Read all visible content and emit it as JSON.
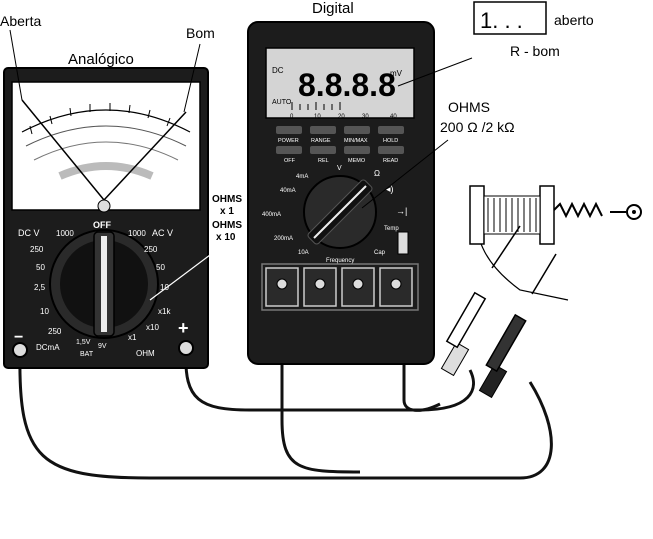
{
  "labels": {
    "aberta": "Aberta",
    "bom": "Bom",
    "analogico": "Analógico",
    "digital": "Digital",
    "lcd_open_reading": "1. . .",
    "aberto": "aberto",
    "r_bom": "R - bom",
    "ohms": "OHMS",
    "ohms_range": "200 Ω /2 kΩ",
    "ohms_x1": "OHMS",
    "x1": "x 1",
    "ohms_x10": "OHMS",
    "x10": "x 10"
  },
  "analog_meter": {
    "dcv_label": "DC V",
    "acv_label": "AC V",
    "off_label": "OFF",
    "left_scale": [
      "1000",
      "250",
      "50",
      "2,5",
      "10",
      "250"
    ],
    "right_scale": [
      "1000",
      "250",
      "50",
      "10",
      "x1k",
      "x10",
      "x1"
    ],
    "dcma_label": "DCmA",
    "bat_label": "BAT",
    "v15_label": "1,5V",
    "v9_label": "9V",
    "ohm_label": "OHM",
    "minus": "−",
    "plus": "+"
  },
  "digital_meter": {
    "display_dc": "DC",
    "display_digits": "8.8.8.8",
    "display_mv": "mV",
    "display_auto": "AUTO",
    "bar_scale": [
      "0",
      "10",
      "20",
      "30",
      "40"
    ],
    "buttons_top": [
      "POWER",
      "RANGE",
      "MIN/MAX",
      "HOLD"
    ],
    "buttons_bottom": [
      "OFF",
      "REL",
      "MEMO",
      "READ"
    ],
    "dial_labels": [
      "4mA",
      "40mA",
      "400mA",
      "200mA",
      "10A",
      "V",
      "Ω",
      "Frequency",
      "Cap",
      "Temp"
    ]
  },
  "colors": {
    "body_dark": "#1c1c1c",
    "lcd_bg": "#d4d4d4",
    "ink": "#000000"
  }
}
